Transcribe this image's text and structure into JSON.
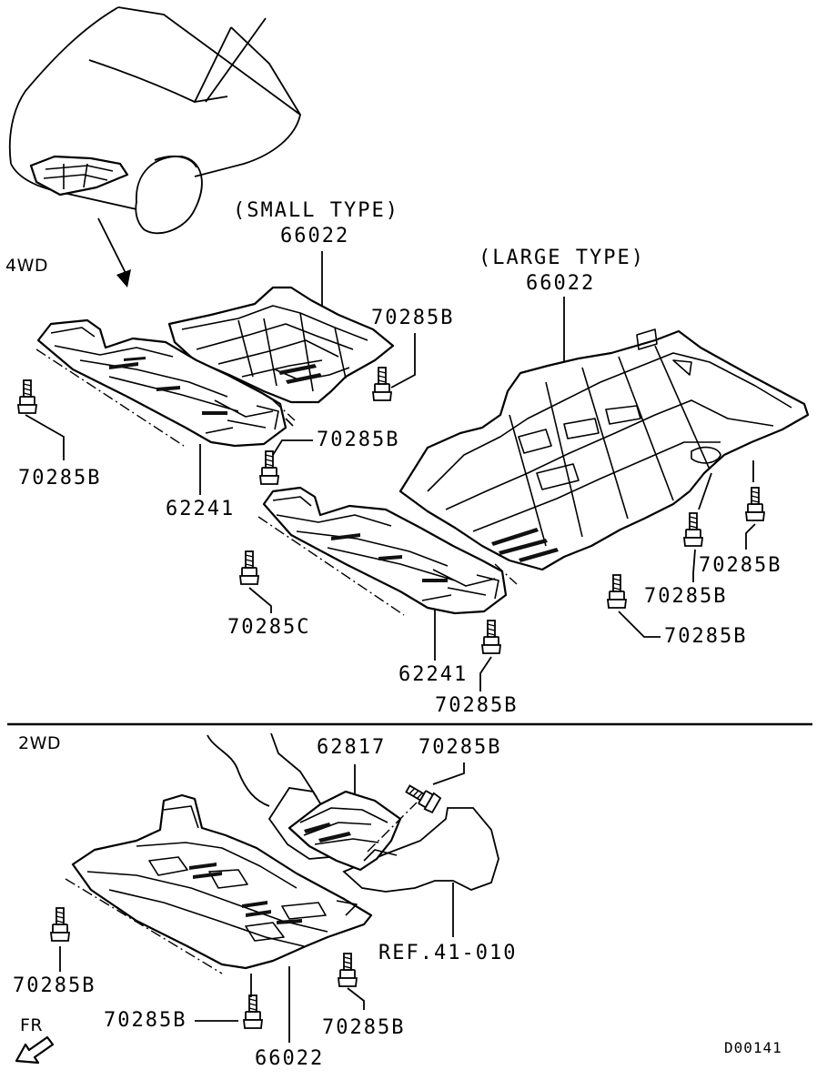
{
  "sections": {
    "wd4": "4WD",
    "wd2": "2WD"
  },
  "types": {
    "small": "(SMALL TYPE)",
    "large": "(LARGE TYPE)"
  },
  "parts": {
    "p66022": "66022",
    "p70285B": "70285B",
    "p70285C": "70285C",
    "p62241": "62241",
    "p62817": "62817",
    "ref": "REF.41-010"
  },
  "direction": "FR",
  "diagram_id": "D00141"
}
